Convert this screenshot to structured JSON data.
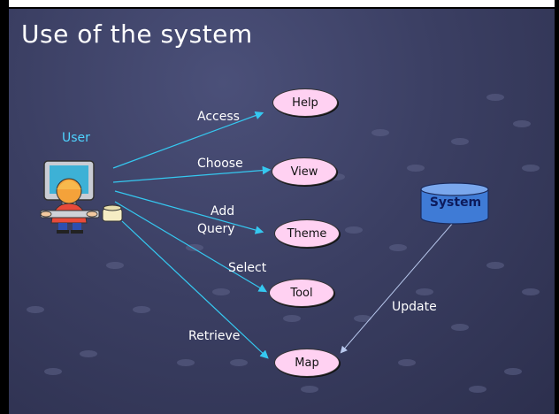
{
  "slide": {
    "title": "Use of the system",
    "actor_label": "User",
    "actions": {
      "access": "Access",
      "choose": "Choose",
      "add_query_line1": "Add",
      "add_query_line2": "Query",
      "select": "Select",
      "retrieve": "Retrieve",
      "update": "Update"
    },
    "nodes": {
      "help": "Help",
      "view": "View",
      "theme": "Theme",
      "tool": "Tool",
      "map": "Map",
      "system": "System"
    },
    "colors": {
      "arrow": "#35c8f0",
      "ellipse_fill": "#ffd1f2",
      "system_fill": "#3f7bd6",
      "user_text": "#4fd3ff"
    },
    "icons": {
      "actor": "user-at-computer-icon",
      "database": "database-cylinder-icon"
    }
  }
}
